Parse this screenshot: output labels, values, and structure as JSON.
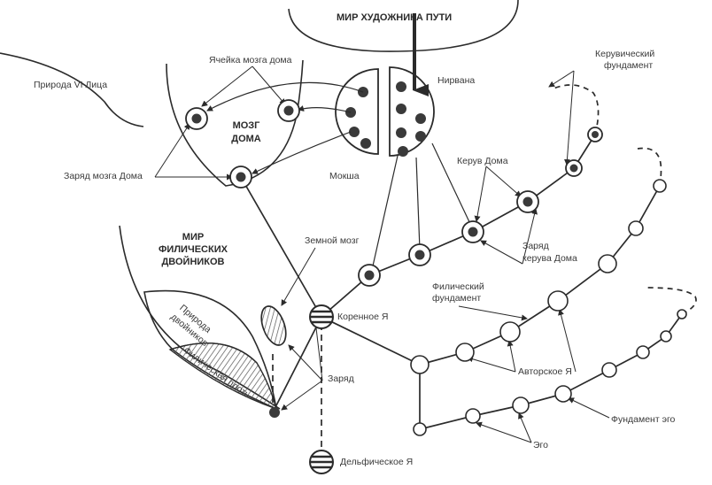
{
  "labels": {
    "top_world": "МИР ХУДОЖНИКА ПУТИ",
    "nature_vi": "Природа VI Лица",
    "cell_brain": "Ячейка мозга дома",
    "brain_house_1": "МОЗГ",
    "brain_house_2": "ДОМА",
    "charge_brain": "Заряд мозга Дома",
    "moksha": "Мокша",
    "nirvana": "Нирвана",
    "kerub_found_1": "Керувический",
    "kerub_found_2": "фундамент",
    "kerub_house": "Керув Дома",
    "charge_kerub_1": "Заряд",
    "charge_kerub_2": "керува Дома",
    "world_twins_1": "МИР",
    "world_twins_2": "ФИЛИЧЕСКИХ",
    "world_twins_3": "ДВОЙНИКОВ",
    "earth_brain": "Земной мозг",
    "root_self": "Коренное Я",
    "nature_twins_1": "Природа",
    "nature_twins_2": "двойников",
    "filic_flesh": "Филическая плоть",
    "charge": "Заряд",
    "filic_found_1": "Филический",
    "filic_found_2": "фундамент",
    "author_self": "Авторское Я",
    "ego_found": "Фундамент эго",
    "ego": "Эго",
    "delphic_self": "Дельфическое Я"
  },
  "colors": {
    "line": "#2b2b2b",
    "dot": "#3a3a3a",
    "text": "#3a3a3a",
    "hatch": "#555555"
  }
}
